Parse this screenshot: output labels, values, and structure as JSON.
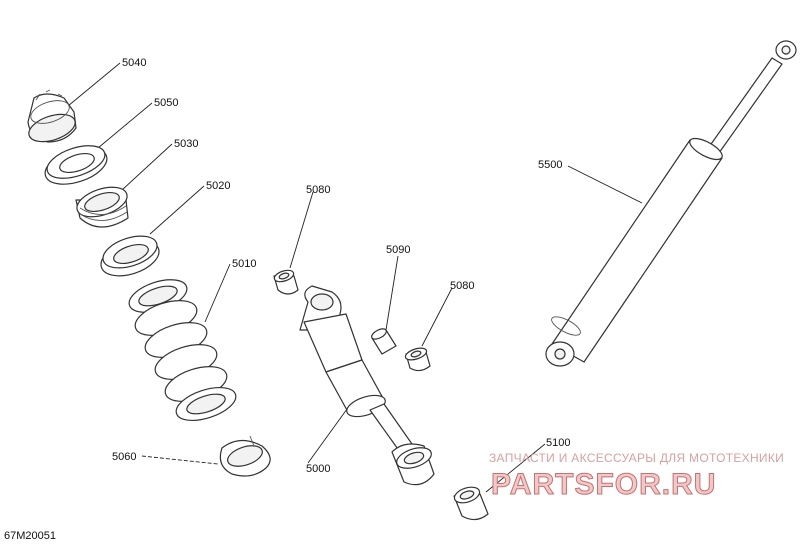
{
  "callouts": {
    "p5040": "5040",
    "p5050": "5050",
    "p5030": "5030",
    "p5020": "5020",
    "p5010": "5010",
    "p5060": "5060",
    "p5080a": "5080",
    "p5090": "5090",
    "p5080b": "5080",
    "p5000": "5000",
    "p5100": "5100",
    "p5500": "5500"
  },
  "watermark": {
    "caption": "ЗАПЧАСТИ И АКСЕССУАРЫ ДЛЯ МОТОТЕХНИКИ",
    "logo": "PARTSFOR.RU"
  },
  "drawing_ref": "67M20051",
  "colors": {
    "line": "#333333",
    "watermark": "#c97070"
  }
}
